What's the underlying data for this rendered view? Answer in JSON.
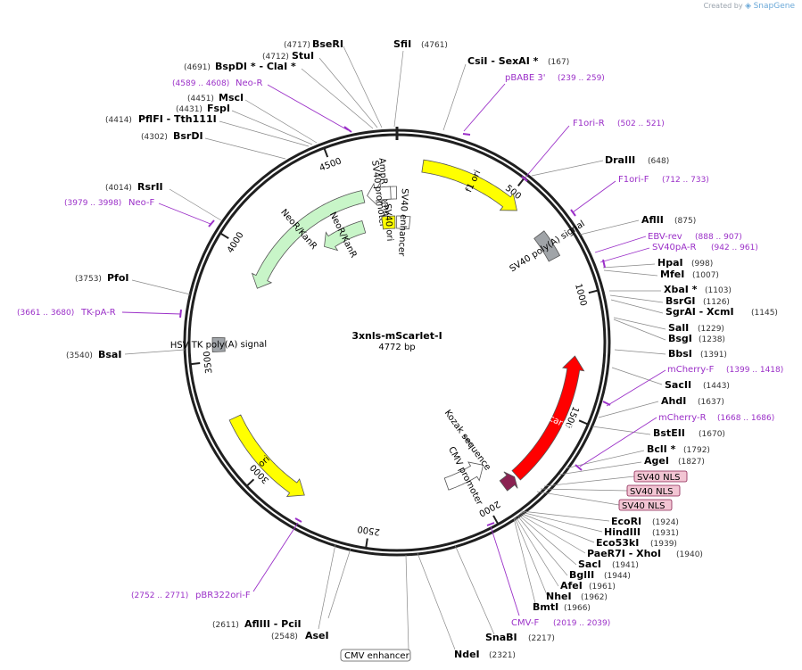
{
  "credit": {
    "prefix": "Created by",
    "brand": "SnapGene"
  },
  "plasmid": {
    "name": "3xnls-mScarlet-I",
    "size_label": "4772 bp",
    "length": 4772
  },
  "colors": {
    "enzyme": "#000000",
    "primer": "#9b30c8",
    "backbone": "#1f1f1f"
  },
  "ticks": [
    {
      "pos": 500,
      "label": "500"
    },
    {
      "pos": 1000,
      "label": "1000"
    },
    {
      "pos": 1500,
      "label": "1500"
    },
    {
      "pos": 2000,
      "label": "2000"
    },
    {
      "pos": 2500,
      "label": "2500"
    },
    {
      "pos": 3000,
      "label": "3000"
    },
    {
      "pos": 3500,
      "label": "3500"
    },
    {
      "pos": 4000,
      "label": "4000"
    },
    {
      "pos": 4500,
      "label": "4500"
    }
  ],
  "enzymes": [
    {
      "pos": 4717,
      "name": "BseRI",
      "coord": "(4717)"
    },
    {
      "pos": 4761,
      "name": "SfiI",
      "coord": "(4761)"
    },
    {
      "pos": 4712,
      "name": "StuI",
      "coord": "(4712)"
    },
    {
      "pos": 4691,
      "name": "BspDI * - ClaI *",
      "coord": "(4691)"
    },
    {
      "pos": 167,
      "name": "CsiI  - SexAI *",
      "coord": "(167)"
    },
    {
      "pos": 4451,
      "name": "MscI",
      "coord": "(4451)"
    },
    {
      "pos": 4431,
      "name": "FspI",
      "coord": "(4431)"
    },
    {
      "pos": 4414,
      "name": "PflFI  - Tth111I",
      "coord": "(4414)"
    },
    {
      "pos": 4302,
      "name": "BsrDI",
      "coord": "(4302)"
    },
    {
      "pos": 648,
      "name": "DraIII",
      "coord": "(648)"
    },
    {
      "pos": 4014,
      "name": "RsrII",
      "coord": "(4014)"
    },
    {
      "pos": 875,
      "name": "AflII",
      "coord": "(875)"
    },
    {
      "pos": 998,
      "name": "HpaI",
      "coord": "(998)"
    },
    {
      "pos": 1007,
      "name": "MfeI",
      "coord": "(1007)"
    },
    {
      "pos": 3753,
      "name": "PfoI",
      "coord": "(3753)"
    },
    {
      "pos": 1103,
      "name": "XbaI *",
      "coord": "(1103)"
    },
    {
      "pos": 1126,
      "name": "BsrGI",
      "coord": "(1126)"
    },
    {
      "pos": 1145,
      "name": "SgrAI  - XcmI",
      "coord": "(1145)"
    },
    {
      "pos": 1229,
      "name": "SalI",
      "coord": "(1229)"
    },
    {
      "pos": 1238,
      "name": "BsgI",
      "coord": "(1238)"
    },
    {
      "pos": 3540,
      "name": "BsaI",
      "coord": "(3540)"
    },
    {
      "pos": 1391,
      "name": "BbsI",
      "coord": "(1391)"
    },
    {
      "pos": 1443,
      "name": "SacII",
      "coord": "(1443)"
    },
    {
      "pos": 1637,
      "name": "AhdI",
      "coord": "(1637)"
    },
    {
      "pos": 1670,
      "name": "BstEII",
      "coord": "(1670)"
    },
    {
      "pos": 1792,
      "name": "BclI *",
      "coord": "(1792)"
    },
    {
      "pos": 1827,
      "name": "AgeI",
      "coord": "(1827)"
    },
    {
      "pos": 1924,
      "name": "EcoRI",
      "coord": "(1924)"
    },
    {
      "pos": 1931,
      "name": "HindIII",
      "coord": "(1931)"
    },
    {
      "pos": 1939,
      "name": "Eco53kI",
      "coord": "(1939)"
    },
    {
      "pos": 1940,
      "name": "PaeR7I  - XhoI",
      "coord": "(1940)"
    },
    {
      "pos": 1941,
      "name": "SacI",
      "coord": "(1941)"
    },
    {
      "pos": 1944,
      "name": "BglII",
      "coord": "(1944)"
    },
    {
      "pos": 1961,
      "name": "AfeI",
      "coord": "(1961)"
    },
    {
      "pos": 1962,
      "name": "NheI",
      "coord": "(1962)"
    },
    {
      "pos": 1966,
      "name": "BmtI",
      "coord": "(1966)"
    },
    {
      "pos": 2217,
      "name": "SnaBI",
      "coord": "(2217)"
    },
    {
      "pos": 2321,
      "name": "NdeI",
      "coord": "(2321)"
    },
    {
      "pos": 2548,
      "name": "AseI",
      "coord": "(2548)"
    },
    {
      "pos": 2611,
      "name": "AflIII  - PciI",
      "coord": "(2611)"
    }
  ],
  "primers": [
    {
      "pos": 4598,
      "name": "Neo-R",
      "coord": "(4589 .. 4608)"
    },
    {
      "pos": 249,
      "name": "pBABE 3'",
      "coord": "(239 .. 259)"
    },
    {
      "pos": 511,
      "name": "F1ori-R",
      "coord": "(502 .. 521)"
    },
    {
      "pos": 722,
      "name": "F1ori-F",
      "coord": "(712 .. 733)"
    },
    {
      "pos": 3988,
      "name": "Neo-F",
      "coord": "(3979 .. 3998)"
    },
    {
      "pos": 897,
      "name": "EBV-rev",
      "coord": "(888 .. 907)"
    },
    {
      "pos": 951,
      "name": "SV40pA-R",
      "coord": "(942 .. 961)"
    },
    {
      "pos": 3670,
      "name": "TK-pA-R",
      "coord": "(3661 .. 3680)"
    },
    {
      "pos": 1408,
      "name": "mCherry-F",
      "coord": "(1399 .. 1418)"
    },
    {
      "pos": 1677,
      "name": "mCherry-R",
      "coord": "(1668 .. 1686)"
    },
    {
      "pos": 2029,
      "name": "CMV-F",
      "coord": "(2019 .. 2039)"
    },
    {
      "pos": 2761,
      "name": "pBR322ori-F",
      "coord": "(2752 .. 2771)"
    }
  ],
  "boxed_labels": [
    {
      "text": "SV40 NLS"
    },
    {
      "text": "SV40 NLS"
    },
    {
      "text": "SV40 NLS"
    },
    {
      "text": "CMV enhancer"
    }
  ],
  "features": [
    {
      "name": "AmpR promoter",
      "start": 4650,
      "end": 4770,
      "dir": "rev",
      "ring": 2,
      "color": "#ffffff",
      "label": "AmpR promoter"
    },
    {
      "name": "f1 ori",
      "start": 110,
      "end": 560,
      "dir": "fwd",
      "ring": 1,
      "color": "#ffff00",
      "label": "f1 ori"
    },
    {
      "name": "SV40 poly(A) signal",
      "start": 700,
      "end": 820,
      "dir": "none",
      "ring": 1,
      "color": "#a0a4a8",
      "label": "SV40 poly(A) signal"
    },
    {
      "name": "mScarlet-I",
      "start": 1250,
      "end": 1830,
      "dir": "rev",
      "ring": 1,
      "color": "#ff0000",
      "label": "mScarlet-I"
    },
    {
      "name": "NLS",
      "start": 1840,
      "end": 1900,
      "dir": "rev",
      "ring": 1,
      "color": "#8b2252",
      "label": ""
    },
    {
      "name": "CMV promoter",
      "start": 1920,
      "end": 2130,
      "dir": "rev",
      "ring": 2,
      "color": "#ffffff",
      "label": "CMV promoter"
    },
    {
      "name": "ori",
      "start": 2800,
      "end": 3250,
      "dir": "rev",
      "ring": 1,
      "color": "#ffff00",
      "label": "ori"
    },
    {
      "name": "HSV TK poly(A) signal",
      "start": 3540,
      "end": 3600,
      "dir": "none",
      "ring": 1,
      "color": "#a0a4a8",
      "label": "HSV TK poly(A) signal"
    },
    {
      "name": "NeoR/KanR",
      "start": 3860,
      "end": 4600,
      "dir": "rev",
      "ring": 2,
      "color": "#c8f5c8",
      "label": "NeoR/KanR"
    },
    {
      "name": "SV40 promoter",
      "start": 4620,
      "end": 4740,
      "dir": "rev",
      "ring": 2,
      "color": "#ffffff",
      "label": "SV40 promoter"
    },
    {
      "name": "SV40 ori",
      "start": 4680,
      "end": 4760,
      "dir": "none",
      "ring": 3,
      "color": "#ffff00",
      "label": "SV40 ori"
    },
    {
      "name": "SV40 enhancer",
      "start": 4770,
      "end": 80,
      "dir": "none",
      "ring": 3,
      "color": "#ffffff",
      "label": "SV40 enhancer"
    },
    {
      "name": "NeoR/KanR inner",
      "start": 4280,
      "end": 4560,
      "dir": "rev",
      "ring": 3,
      "color": "#c8f5c8",
      "label": "NeoR/KanR"
    },
    {
      "name": "Kozak sequence",
      "start": 1905,
      "end": 1915,
      "dir": "none",
      "ring": 3,
      "color": "#ffffff",
      "label": "Kozak sequence"
    }
  ]
}
